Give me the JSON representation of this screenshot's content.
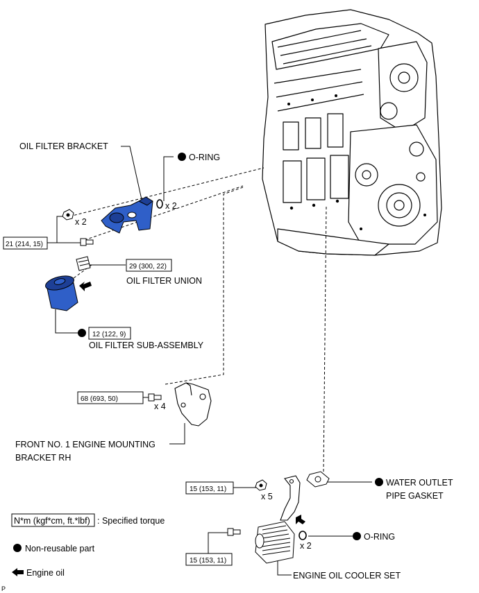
{
  "labels": {
    "oil_filter_bracket": "OIL FILTER BRACKET",
    "o_ring_top": "O-RING",
    "x2_oring_top": "x 2",
    "x2_bolts": "x 2",
    "oil_filter_union": "OIL FILTER UNION",
    "oil_filter_sub_assembly": "OIL FILTER SUB-ASSEMBLY",
    "x4": "x 4",
    "front_mount_line1": "FRONT NO. 1 ENGINE MOUNTING",
    "front_mount_line2": "BRACKET RH",
    "water_outlet_line1": "WATER OUTLET",
    "water_outlet_line2": "PIPE GASKET",
    "x5": "x 5",
    "o_ring_bottom": "O-RING",
    "x2_oring_bottom": "x 2",
    "engine_oil_cooler_set": "ENGINE OIL COOLER SET",
    "page_mark": "P"
  },
  "torques": {
    "bracket_bolts": "21 (214, 15)",
    "filter_union": "29 (300, 22)",
    "filter_sub_assembly": "12 (122, 9)",
    "mounting_bracket": "68 (693, 50)",
    "cooler_upper": "15 (153, 11)",
    "cooler_lower": "15 (153, 11)"
  },
  "legend": {
    "torque_box": "N*m (kgf*cm, ft.*lbf)",
    "torque_text": ": Specified torque",
    "non_reusable": "Non-reusable part",
    "engine_oil": "Engine oil"
  },
  "colors": {
    "part_blue": "#2f5fc8",
    "part_blue_dark": "#1d3f96",
    "line": "#000000"
  }
}
